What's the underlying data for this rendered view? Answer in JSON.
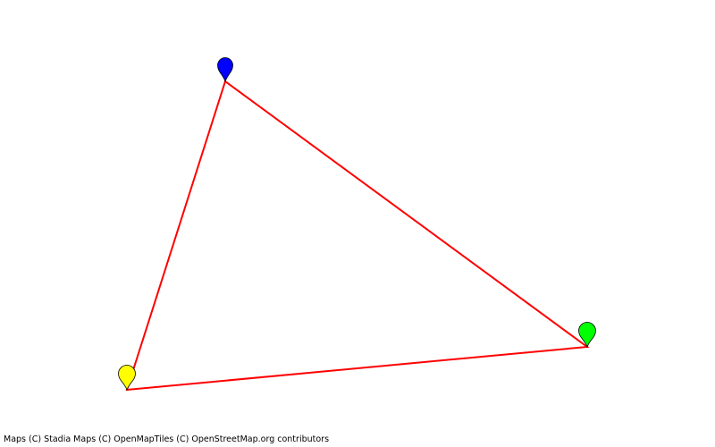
{
  "map": {
    "route_color": "#ff0000",
    "markers": [
      {
        "name": "blue",
        "color": "#0000ff",
        "icon": "map-pin-icon"
      },
      {
        "name": "green",
        "color": "#00ff00",
        "icon": "map-pin-icon"
      },
      {
        "name": "yellow",
        "color": "#ffff00",
        "icon": "map-pin-icon"
      }
    ]
  },
  "attribution": "Maps (C) Stadia Maps (C) OpenMapTiles (C) OpenStreetMap.org contributors"
}
